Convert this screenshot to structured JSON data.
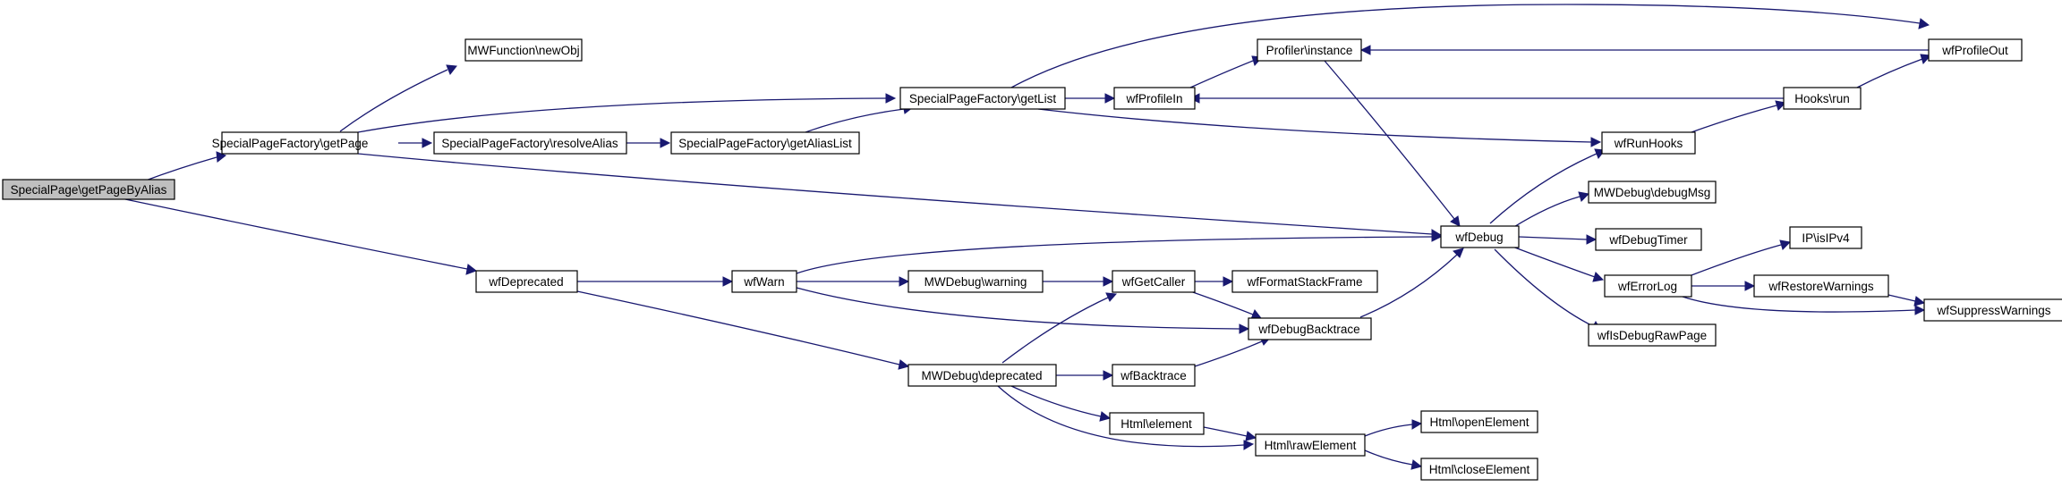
{
  "nodes": {
    "root": "SpecialPage\\getPageByAlias",
    "getPage": "SpecialPageFactory\\getPage",
    "newObj": "MWFunction\\newObj",
    "resolveAlias": "SpecialPageFactory\\resolveAlias",
    "getAliasList": "SpecialPageFactory\\getAliasList",
    "getList": "SpecialPageFactory\\getList",
    "wfProfileIn": "wfProfileIn",
    "profilerInstance": "Profiler\\instance",
    "wfProfileOut": "wfProfileOut",
    "hooksRun": "Hooks\\run",
    "wfRunHooks": "wfRunHooks",
    "wfDebug": "wfDebug",
    "debugMsg": "MWDebug\\debugMsg",
    "wfDebugTimer": "wfDebugTimer",
    "wfErrorLog": "wfErrorLog",
    "isIPv4": "IP\\isIPv4",
    "wfRestoreWarnings": "wfRestoreWarnings",
    "wfSuppressWarnings": "wfSuppressWarnings",
    "wfIsDebugRawPage": "wfIsDebugRawPage",
    "wfDeprecated": "wfDeprecated",
    "wfWarn": "wfWarn",
    "mwDebugWarning": "MWDebug\\warning",
    "wfGetCaller": "wfGetCaller",
    "wfFormatStackFrame": "wfFormatStackFrame",
    "wfDebugBacktrace": "wfDebugBacktrace",
    "mwDebugDeprecated": "MWDebug\\deprecated",
    "wfBacktrace": "wfBacktrace",
    "htmlElement": "Html\\element",
    "htmlRawElement": "Html\\rawElement",
    "htmlOpenElement": "Html\\openElement",
    "htmlCloseElement": "Html\\closeElement"
  },
  "colors": {
    "edge": "#191970",
    "root_fill": "#bfbfbf",
    "node_fill": "#ffffff",
    "node_border": "#000000"
  }
}
